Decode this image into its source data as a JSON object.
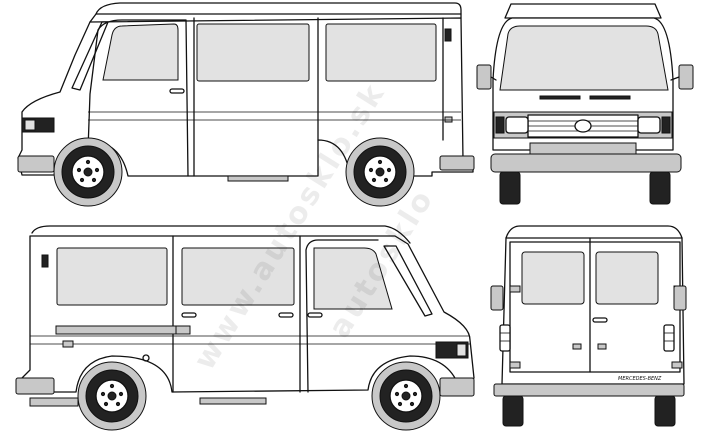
{
  "watermark": {
    "line1": "www.autosklo.sk",
    "line2": "autosklo"
  },
  "badge_text": "MERCEDES-BENZ",
  "colors": {
    "outline": "#111111",
    "trim_gray": "#c8c8c8",
    "glass_gray": "#e2e2e2",
    "background": "#ffffff"
  }
}
